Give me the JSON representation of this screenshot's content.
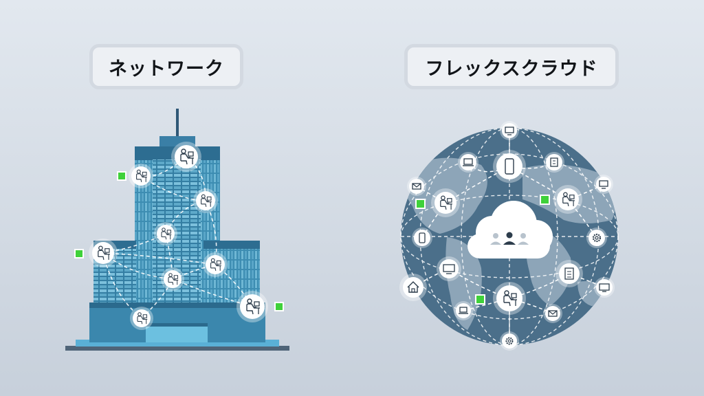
{
  "left_label": "ネットワーク",
  "right_label": "フレックスクラウド",
  "colors": {
    "background_top": "#e2e8ef",
    "background_bottom": "#c7d0db",
    "building_blue": "#3f8fb5",
    "building_dark": "#2f6c8c",
    "globe_ocean": "#4b6f8a",
    "status_green": "#3fd13a"
  },
  "icons": [
    "office-building-illustration",
    "person-at-desk-icon",
    "globe-illustration",
    "cloud-icon",
    "users-icon",
    "smartphone-icon",
    "monitor-icon",
    "laptop-icon",
    "mail-icon",
    "gear-icon",
    "home-icon",
    "building-icon",
    "status-indicator"
  ]
}
